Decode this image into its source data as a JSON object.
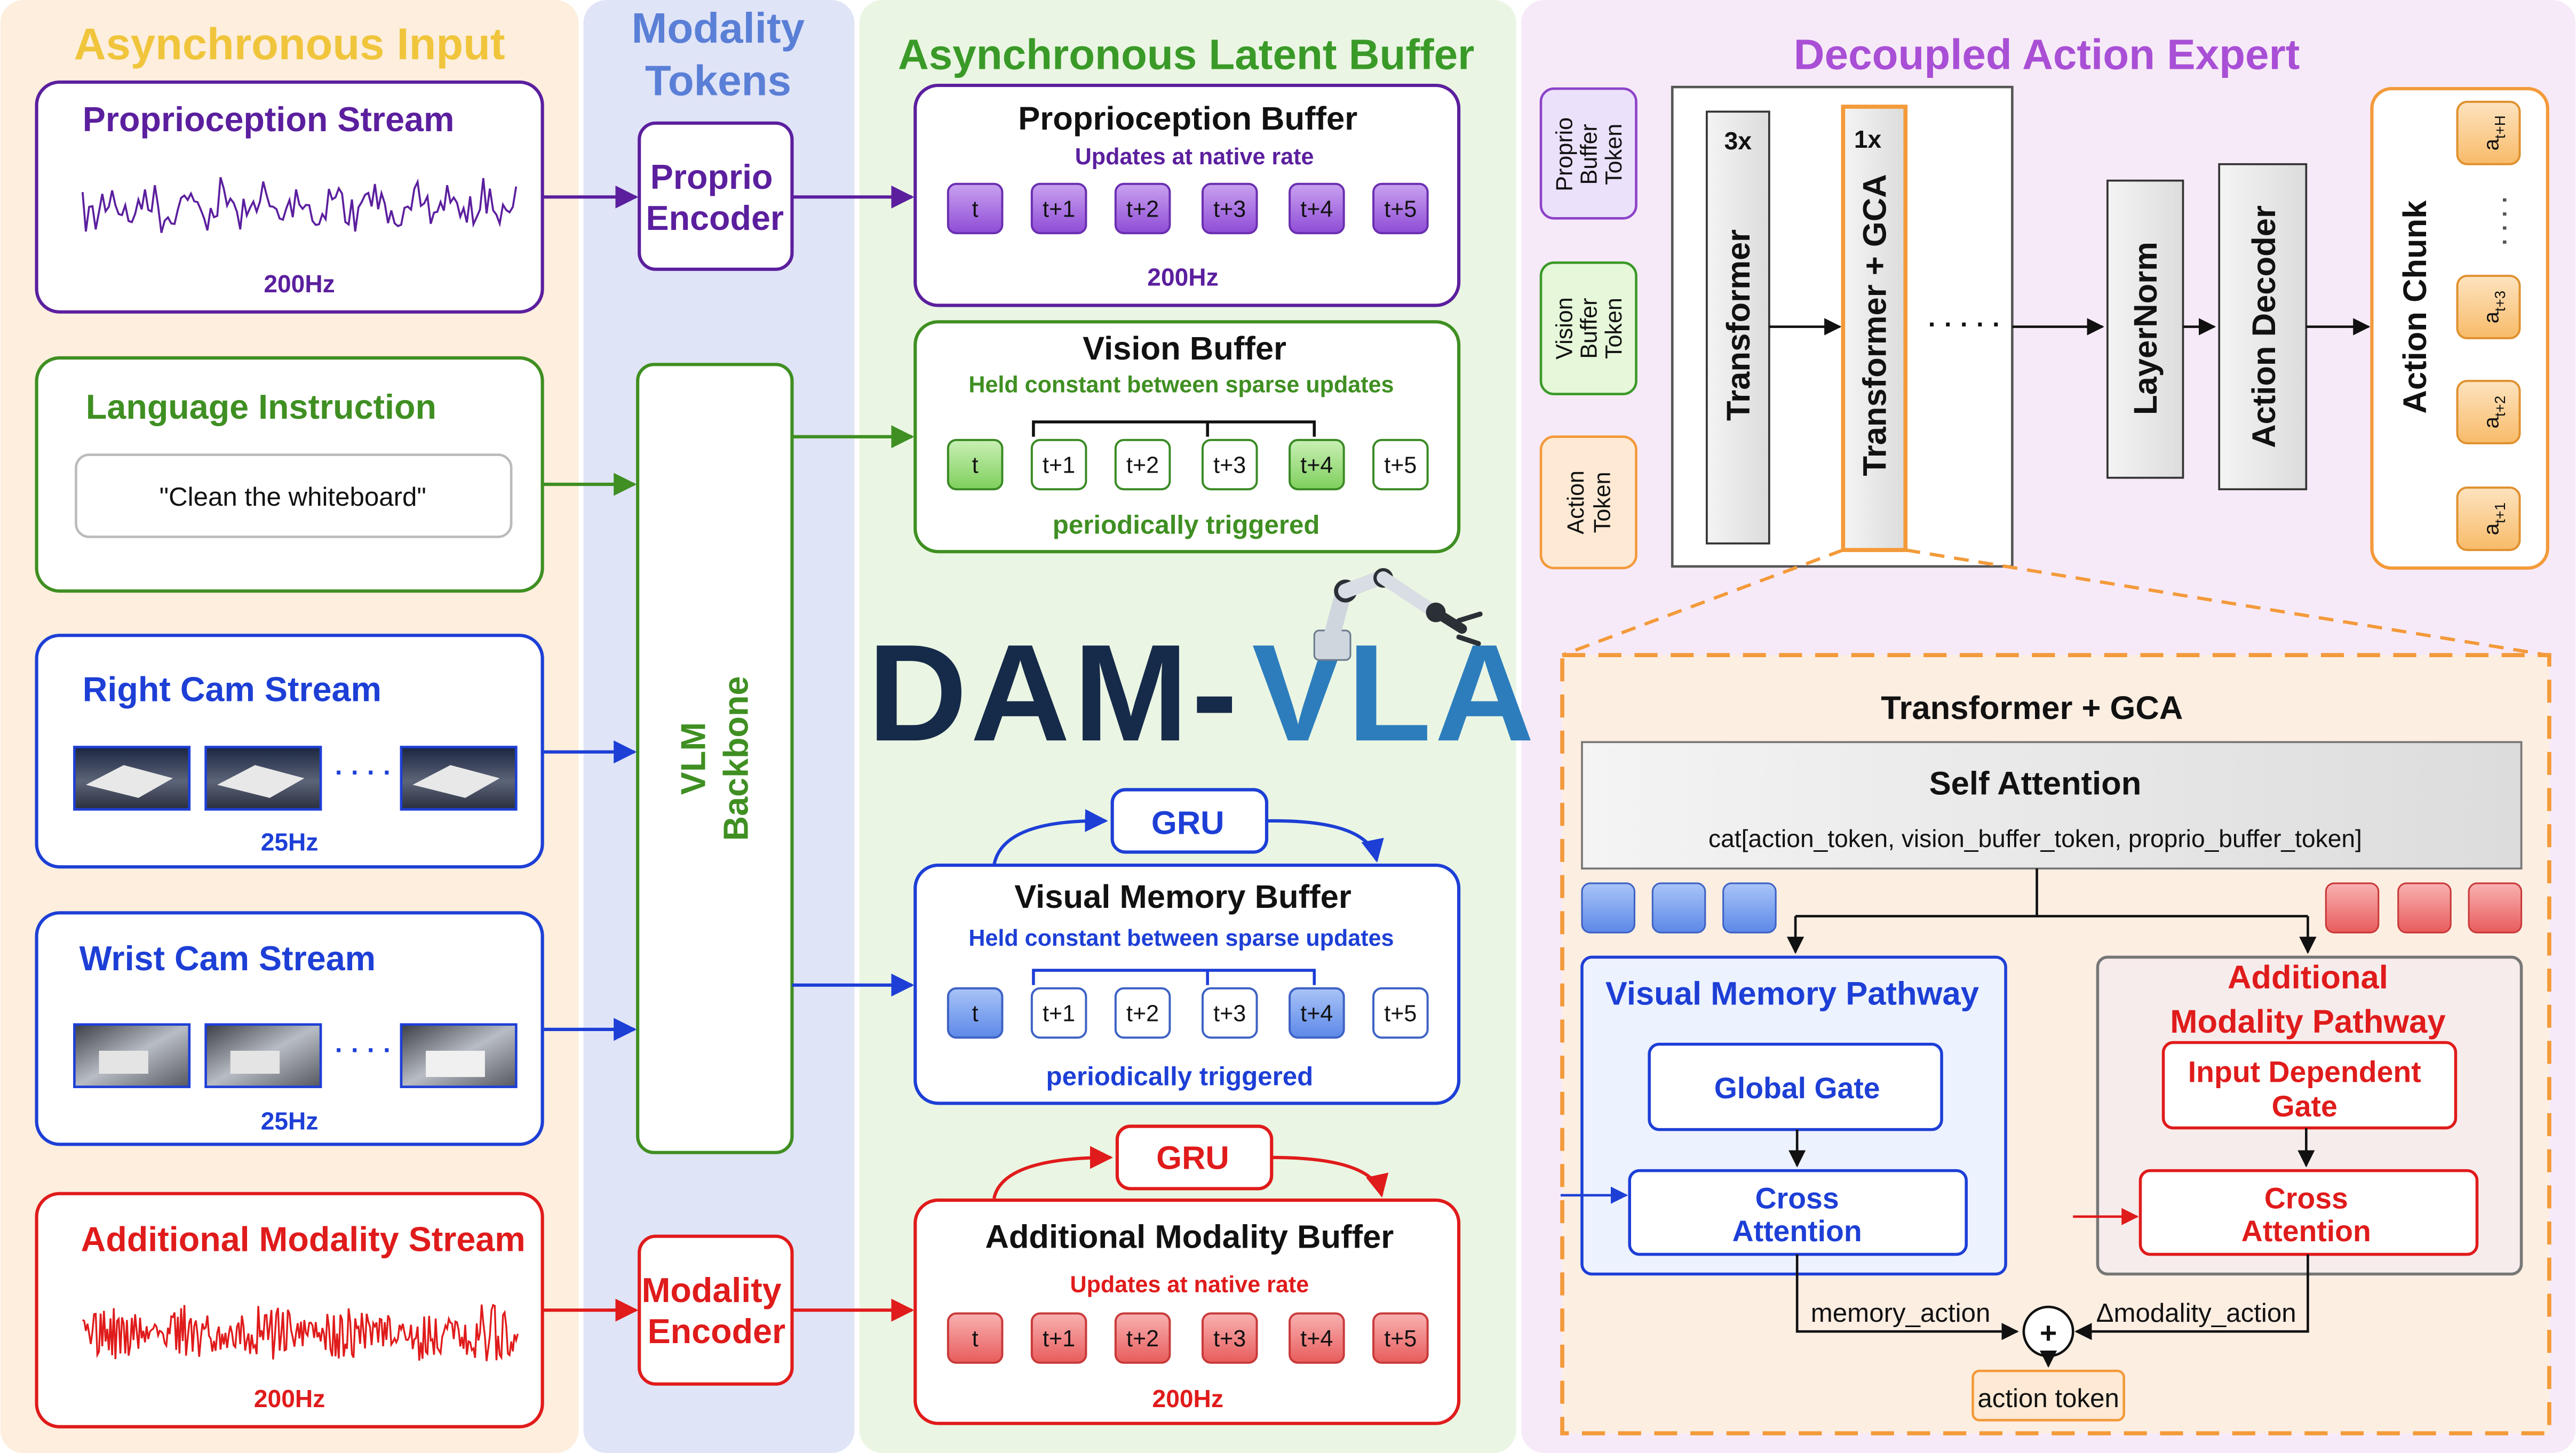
{
  "colors": {
    "input_bg": "#fdeedd",
    "tokens_bg": "#e0e4f7",
    "buffer_bg": "#eaf6e3",
    "expert_bg": "#f7eaf8",
    "yellow": "#f0c53c",
    "blue_title": "#5a7fd6",
    "green": "#3a9a28",
    "purple": "#8c43c9",
    "proprio": "#5b1f9e",
    "lang": "#3f8f22",
    "cam": "#1d3fd6",
    "red": "#e01b1b",
    "orange": "#f39a3a"
  },
  "sections": {
    "input": "Asynchronous Input",
    "tokens_1": "Modality",
    "tokens_2": "Tokens",
    "buffer": "Asynchronous Latent Buffer",
    "expert": "Decoupled Action Expert"
  },
  "inputs": {
    "proprio_title": "Proprioception Stream",
    "proprio_rate": "200Hz",
    "lang_title": "Language Instruction",
    "lang_text": "\"Clean the whiteboard\"",
    "right_title": "Right Cam Stream",
    "right_rate": "25Hz",
    "wrist_title": "Wrist Cam Stream",
    "wrist_rate": "25Hz",
    "add_title": "Additional Modality Stream",
    "add_rate": "200Hz",
    "ellipsis": "· · · ·"
  },
  "tokens": {
    "proprio_enc_1": "Proprio",
    "proprio_enc_2": "Encoder",
    "vlm_1": "VLM",
    "vlm_2": "Backbone",
    "mod_enc_1": "Modality",
    "mod_enc_2": "Encoder"
  },
  "buffers": {
    "cells": [
      "t",
      "t+1",
      "t+2",
      "t+3",
      "t+4",
      "t+5"
    ],
    "proprio_title": "Proprioception Buffer",
    "proprio_sub": "Updates at native rate",
    "proprio_rate": "200Hz",
    "vision_title": "Vision Buffer",
    "vision_sub": "Held constant between sparse updates",
    "vision_trigger": "periodically triggered",
    "gru_1": "GRU",
    "vismem_title": "Visual Memory Buffer",
    "vismem_sub": "Held constant between sparse updates",
    "vismem_trigger": "periodically triggered",
    "gru_2": "GRU",
    "add_title": "Additional Modality Buffer",
    "add_sub": "Updates at native rate",
    "add_rate": "200Hz"
  },
  "logo": {
    "text_1": "DAM-",
    "text_2": "VLA"
  },
  "expert": {
    "proprio_tok": [
      "Proprio",
      "Buffer",
      "Token"
    ],
    "vision_tok": [
      "Vision",
      "Buffer",
      "Token"
    ],
    "action_tok": [
      "Action",
      "Token"
    ],
    "x3": "3x",
    "transformer": "Transformer",
    "x1": "1x",
    "transformer_gca": "Transformer + GCA",
    "dots": "· · · · ·",
    "layernorm": "LayerNorm",
    "decoder": "Action Decoder",
    "chunk": "Action Chunk",
    "a_base": "a",
    "a_subs": [
      "t+H",
      "t+3",
      "t+2",
      "t+1"
    ],
    "vdots": "· · · ·"
  },
  "gca": {
    "title": "Transformer + GCA",
    "self_attn": "Self Attention",
    "cat": "cat[action_token, vision_buffer_token, proprio_buffer_token]",
    "vmp": "Visual Memory Pathway",
    "global_gate": "Global Gate",
    "cross_1": "Cross",
    "cross_2": "Attention",
    "amp_1": "Additional",
    "amp_2": "Modality Pathway",
    "idg_1": "Input Dependent",
    "idg_2": "Gate",
    "memory_action": "memory_action",
    "delta_modality": "Δmodality_action",
    "plus": "+",
    "action_token": "action token"
  }
}
